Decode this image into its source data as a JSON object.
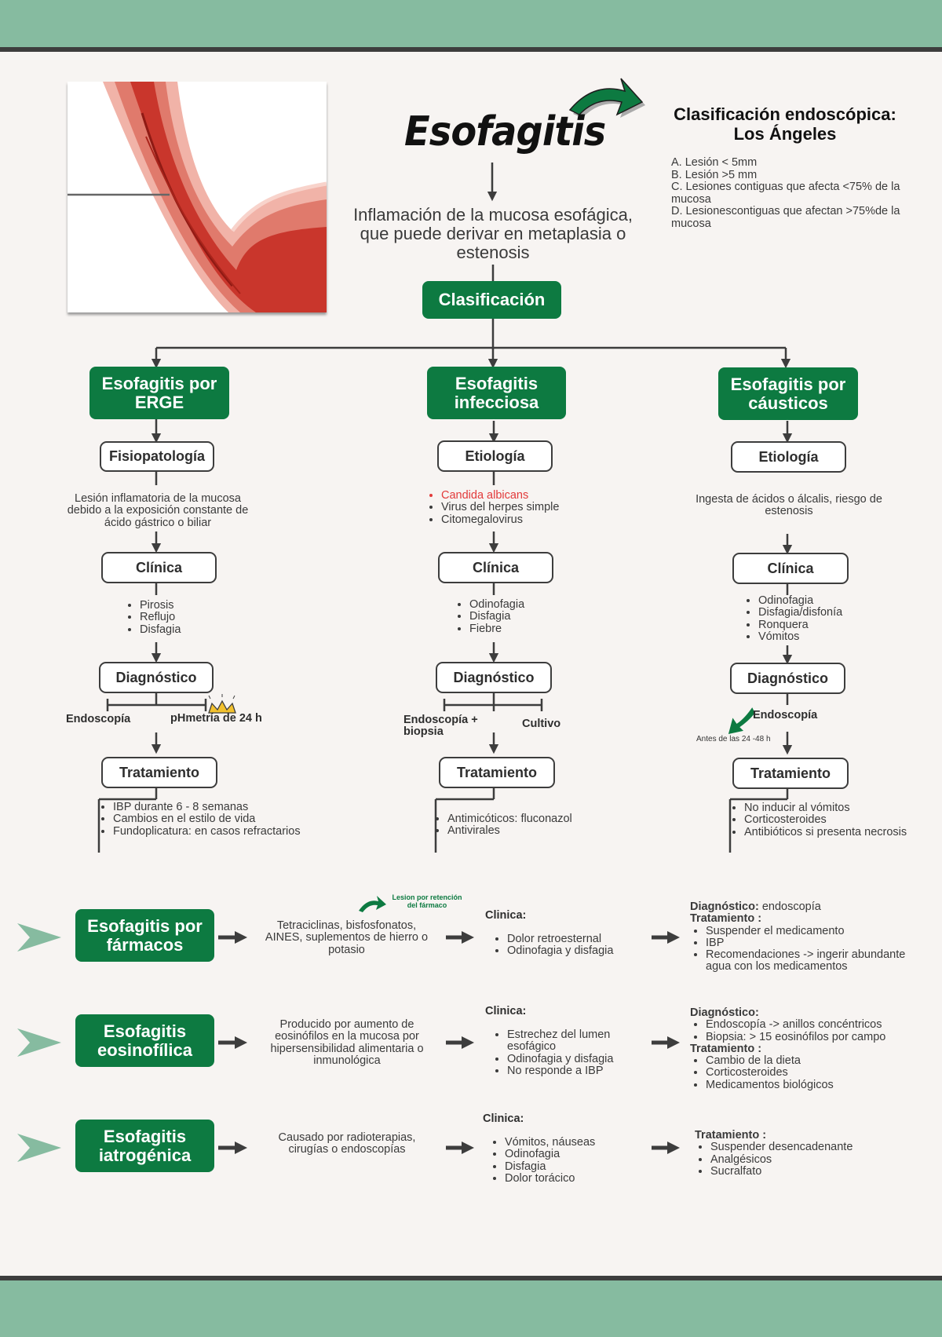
{
  "title": "Esofagitis",
  "definition": "Inflamación de la mucosa esofágica, que puede derivar en metaplasia o estenosis",
  "clasificacion_endoscopica": {
    "title_line1": "Clasificación endoscópica:",
    "title_line2": "Los Ángeles",
    "items": [
      "A. Lesión < 5mm",
      "B. Lesión >5 mm",
      "C. Lesiones contiguas que afecta <75% de la mucosa",
      "D. Lesionescontiguas que afectan >75%de la mucosa"
    ]
  },
  "clasificacion_label": "Clasificación",
  "columns": {
    "erge": {
      "title": "Esofagitis por ERGE",
      "sub1": "Fisiopatología",
      "sub1_text": "Lesión inflamatoria de la mucosa debido a la exposición constante de ácido gástrico o biliar",
      "clinica": "Clínica",
      "clinica_items": [
        "Pirosis",
        "Reflujo",
        "Disfagia"
      ],
      "diagnostico": "Diagnóstico",
      "dx_left": "Endoscopía",
      "dx_right": "pHmetría de 24 h",
      "tratamiento": "Tratamiento",
      "tx_items": [
        "IBP durante 6 - 8 semanas",
        "Cambios en el estilo de vida",
        "Fundoplicatura: en casos refractarios"
      ]
    },
    "infecciosa": {
      "title": "Esofagitis infecciosa",
      "sub1": "Etiología",
      "sub1_items": [
        "Candida albicans",
        "Virus del herpes simple",
        "Citomegalovirus"
      ],
      "clinica": "Clínica",
      "clinica_items": [
        "Odinofagia",
        "Disfagia",
        "Fiebre"
      ],
      "diagnostico": "Diagnóstico",
      "dx_left": "Endoscopía + biopsia",
      "dx_right": "Cultivo",
      "tratamiento": "Tratamiento",
      "tx_items": [
        "Antimicóticos: fluconazol",
        "Antivirales"
      ]
    },
    "causticos": {
      "title": "Esofagitis por cáusticos",
      "sub1": "Etiología",
      "sub1_text": "Ingesta de ácidos o álcalis, riesgo de estenosis",
      "clinica": "Clínica",
      "clinica_items": [
        "Odinofagia",
        "Disfagia/disfonía",
        "Ronquera",
        "Vómitos"
      ],
      "diagnostico": "Diagnóstico",
      "dx_text": "Endoscopía",
      "dx_note": "Antes de las 24 -48 h",
      "tratamiento": "Tratamiento",
      "tx_items": [
        "No inducir al vómitos",
        "Corticosteroides",
        "Antibióticos si presenta necrosis"
      ]
    }
  },
  "rows": {
    "farmacos": {
      "title": "Esofagitis por fármacos",
      "cause": "Tetraciclinas, bisfosfonatos, AINES, suplementos de hierro o potasio",
      "note": "Lesion por retención del fármaco",
      "clinica_label": "Clinica:",
      "clinica_items": [
        "Dolor retroesternal",
        "Odinofagia y disfagia"
      ],
      "dx_label": "Diagnóstico:",
      "dx_value": " endoscopía",
      "tx_label": "Tratamiento :",
      "tx_items": [
        "Suspender el medicamento",
        "IBP",
        "Recomendaciones -> ingerir abundante agua con los medicamentos"
      ]
    },
    "eosinofilica": {
      "title": "Esofagitis eosinofílica",
      "cause": "Producido por aumento de eosinófilos en la mucosa por hipersensibilidad alimentaria o inmunológica",
      "clinica_label": "Clinica:",
      "clinica_items": [
        "Estrechez del lumen esofágico",
        "Odinofagia y disfagia",
        "No responde a IBP"
      ],
      "dx_label": "Diagnóstico:",
      "dx_items": [
        "Endoscopía -> anillos concéntricos",
        "Biopsia: > 15 eosinófilos por campo"
      ],
      "tx_label": "Tratamiento :",
      "tx_items": [
        "Cambio de la dieta",
        "Corticosteroides",
        "Medicamentos biológicos"
      ]
    },
    "iatrogenica": {
      "title": "Esofagitis iatrogénica",
      "cause": "Causado por radioterapias, cirugías o endoscopías",
      "clinica_label": "Clinica:",
      "clinica_items": [
        "Vómitos, náuseas",
        "Odinofagia",
        "Disfagia",
        "Dolor torácico"
      ],
      "tx_label": "Tratamiento :",
      "tx_items": [
        "Suspender desencadenante",
        "Analgésicos",
        "Sucralfato"
      ]
    }
  },
  "colors": {
    "green": "#0d7a41",
    "band": "#86bba0",
    "dark": "#3d3d3d",
    "background": "#f7f4f2",
    "red": "#e23a3a"
  }
}
